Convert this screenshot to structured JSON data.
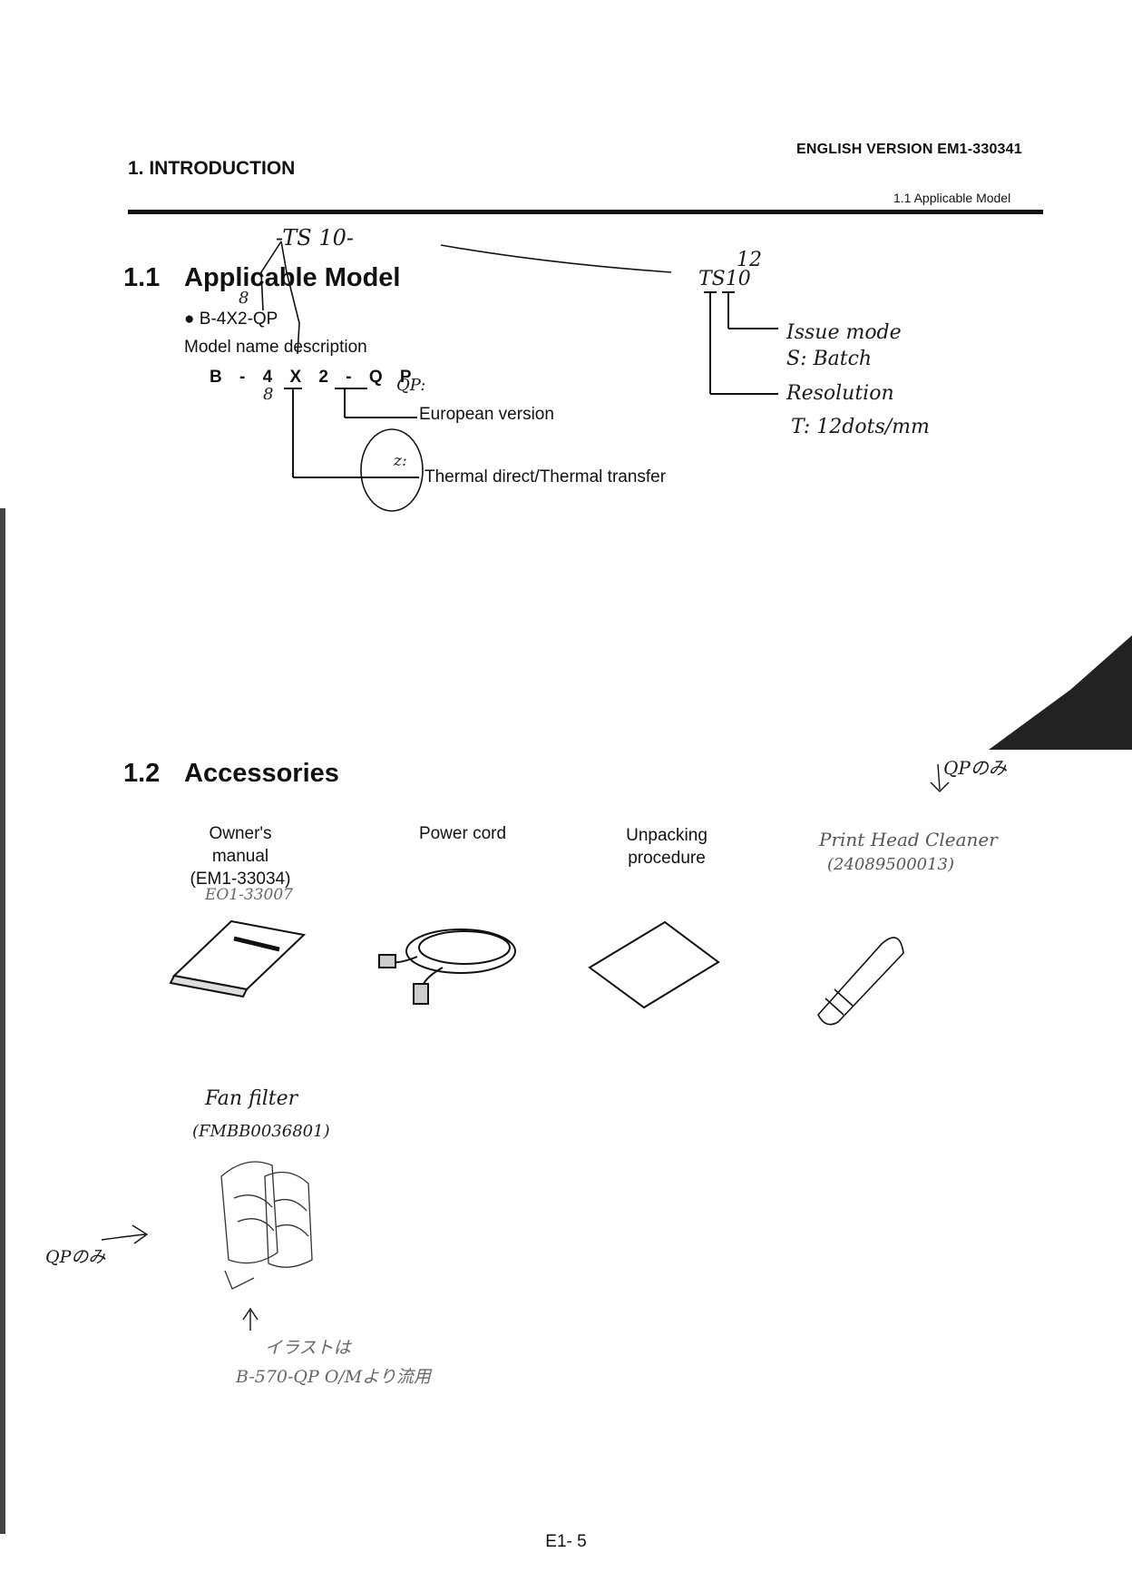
{
  "header": {
    "chapter": "1. INTRODUCTION",
    "version": "ENGLISH VERSION  EM1-330341",
    "subsection": "1.1 Applicable Model"
  },
  "section_1_1": {
    "number": "1.1",
    "title": "Applicable Model",
    "bullet_model": "B-4X2-QP",
    "description_label": "Model name description",
    "model_code": "B - 4 X 2 - Q P",
    "european_version": "European version",
    "thermal_desc": "Thermal direct/Thermal transfer"
  },
  "handwritten": {
    "ts_top": "-TS 10-",
    "eight_a": "8",
    "eight_b": "8",
    "qp_note": "QP:",
    "z_note": "z:",
    "twelve": "12",
    "ts_right": "TS10",
    "issue_mode": "Issue mode",
    "batch": "S: Batch",
    "resolution": "Resolution",
    "dots": "T: 12dots/mm",
    "qp_only_right": "QPのみ",
    "qp_only_left": "QPのみ",
    "owners_alt": "EO1-33007",
    "print_head_cleaner": "Print Head Cleaner",
    "cleaner_part": "(24089500013)",
    "fan_filter": "Fan filter",
    "fan_part": "(FMBB0036801)",
    "illust_note_1": "イラストは",
    "illust_note_2": "B-570-QP O/Mより流用"
  },
  "section_1_2": {
    "number": "1.2",
    "title": "Accessories",
    "items": [
      {
        "label_1": "Owner's",
        "label_2": "manual",
        "label_3": "(EM1-33034)",
        "icon": "manual-icon"
      },
      {
        "label_1": "Power cord",
        "icon": "power-cord-icon"
      },
      {
        "label_1": "Unpacking",
        "label_2": "procedure",
        "icon": "sheet-icon"
      }
    ]
  },
  "footer": {
    "page_number": "E1- 5"
  }
}
